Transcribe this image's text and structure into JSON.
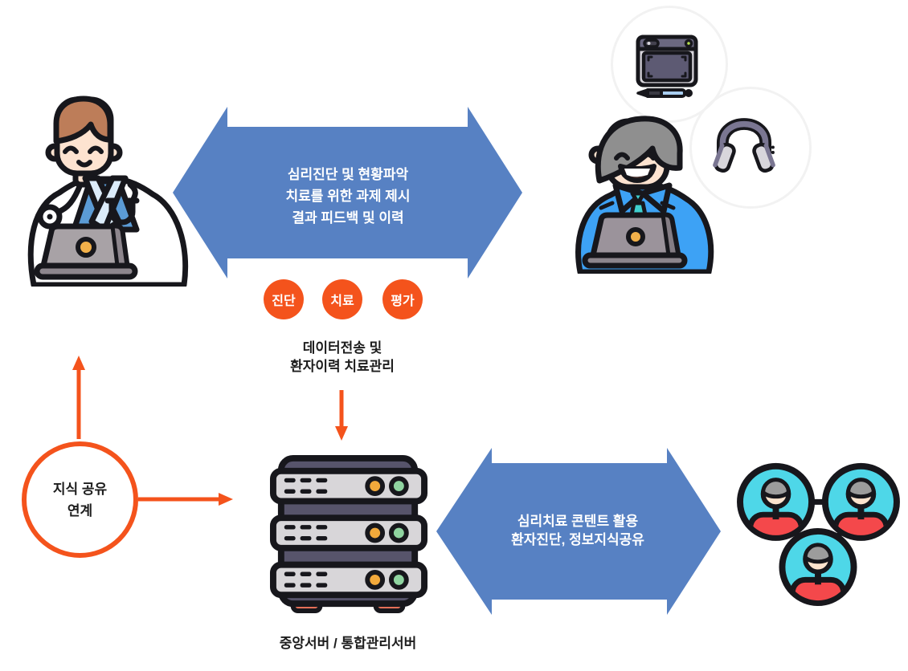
{
  "diagram": {
    "title_hint": "telepsychotherapy-system-diagram",
    "colors": {
      "arrow_blue": "#5781c3",
      "accent_orange": "#f4531c",
      "text_dark": "#1d1d1d",
      "text_white": "#ffffff",
      "server_body": "#57546b",
      "server_panel": "#d8d6d9",
      "led_orange": "#f2a93b",
      "led_green": "#8fd4a0",
      "network_cyan": "#4ed7e8",
      "network_red": "#f4484b"
    },
    "top_arrow": {
      "lines": [
        "심리진단 및 현황파악",
        "치료를 위한 과제 제시",
        "결과 피드백 및 이력"
      ]
    },
    "badges": [
      {
        "label": "진단"
      },
      {
        "label": "치료"
      },
      {
        "label": "평가"
      }
    ],
    "data_caption": {
      "line1": "데이터전송 및",
      "line2": "환자이력 치료관리"
    },
    "knowledge": {
      "line1": "지식 공유",
      "line2": "연계"
    },
    "server_caption": "중앙서버 / 통합관리서버",
    "bottom_arrow": {
      "lines": [
        "심리치료 콘텐트 활용",
        "환자진단, 정보지식공유"
      ]
    },
    "icons": {
      "doctor": "doctor-with-laptop",
      "patient": "patient-with-laptop",
      "tablet": "drawing-tablet",
      "stylus": "stylus-pen",
      "headphones": "headphones",
      "server": "server-rack",
      "network": "people-network"
    }
  }
}
